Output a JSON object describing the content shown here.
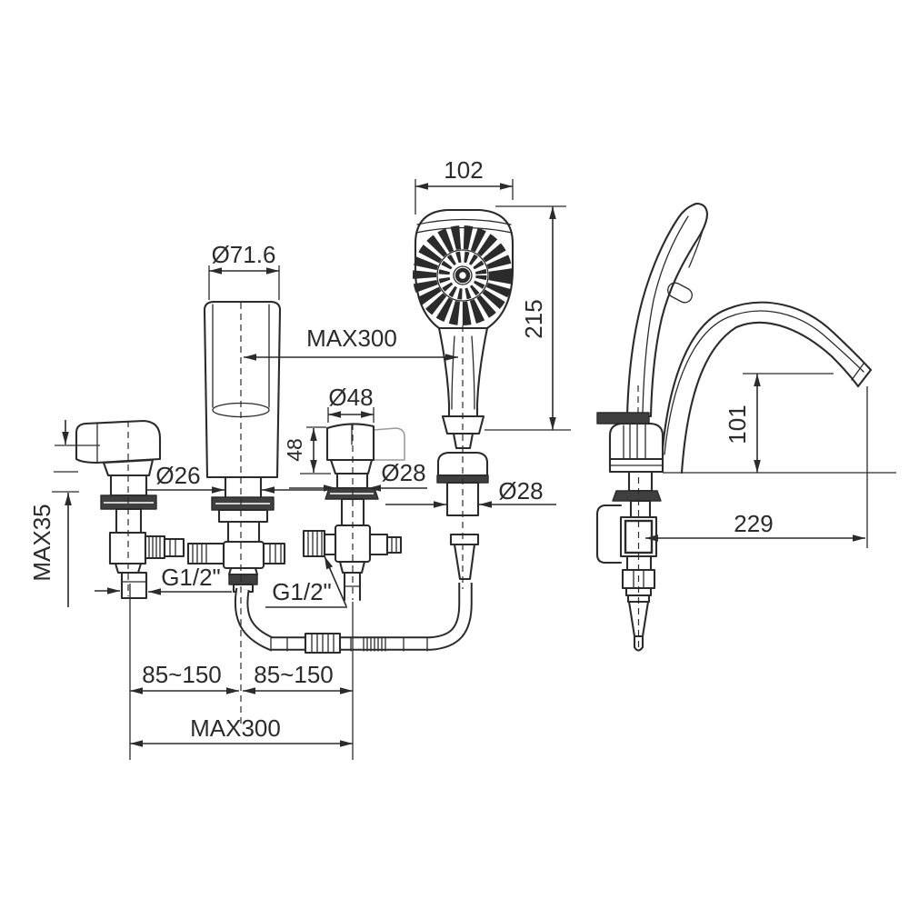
{
  "front": {
    "head_width": "102",
    "shower_length": "215",
    "spout_diameter": "Ø71.6",
    "max_reach": "MAX300",
    "handle_diameter": "Ø48",
    "handle_height": "48",
    "spout_base_diameter": "Ø26",
    "handle_base_diameter": "Ø28",
    "holder_diameter": "Ø28",
    "max_deck_thickness": "MAX35",
    "thread_size_left": "G1/2\"",
    "thread_size_right": "G1/2\"",
    "hole_span_left": "85~150",
    "hole_span_right": "85~150",
    "max_hole_span": "MAX300"
  },
  "side": {
    "spout_height": "101",
    "spout_reach": "229"
  },
  "colors": {
    "line": "#2b2b2b",
    "fill_dark": "#3f3f3f",
    "ghost": "#9b9b9b",
    "background": "#ffffff"
  }
}
